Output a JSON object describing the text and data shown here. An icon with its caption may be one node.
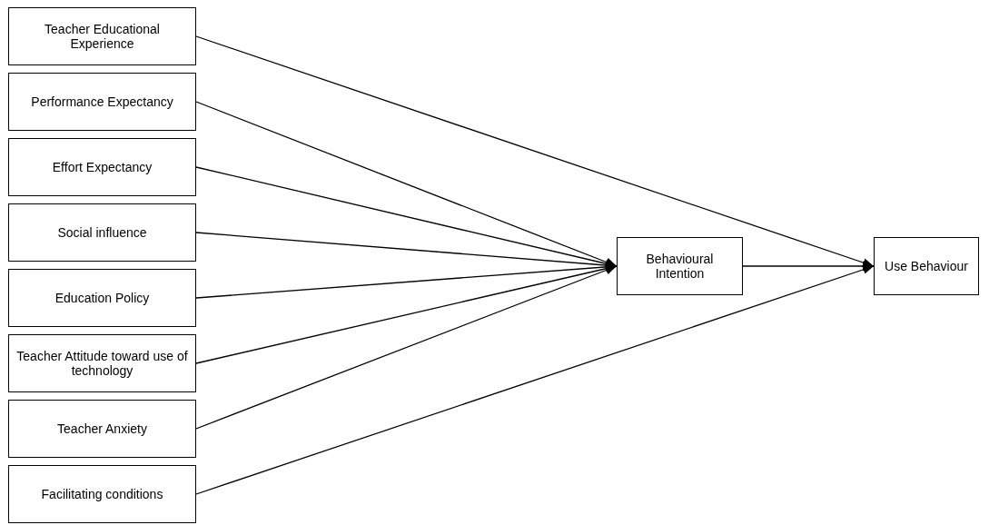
{
  "diagram": {
    "nodes": [
      {
        "text": [
          "Teacher Educational Experience"
        ]
      },
      {
        "text": [
          "Performance Expectancy"
        ]
      },
      {
        "text": [
          "Effort Expectancy"
        ]
      },
      {
        "text": [
          "Social influence"
        ]
      },
      {
        "text": [
          "Education Policy"
        ]
      },
      {
        "text": [
          "Teacher Attitude toward use of technology"
        ]
      },
      {
        "text": [
          "Teacher Anxiety"
        ]
      },
      {
        "text": [
          "Facilitating conditions"
        ]
      },
      {
        "text": [
          "Behavioural Intention"
        ]
      },
      {
        "text": [
          "Use Behaviour"
        ]
      }
    ],
    "edges": [
      {
        "from": 0,
        "to": 9,
        "arrow": "to"
      },
      {
        "from": 1,
        "to": 8,
        "arrow": "to"
      },
      {
        "from": 2,
        "to": 8,
        "arrow": "to"
      },
      {
        "from": 3,
        "to": 8,
        "arrow": "to"
      },
      {
        "from": 4,
        "to": 8,
        "arrow": "to"
      },
      {
        "from": 5,
        "to": 8,
        "arrow": "to"
      },
      {
        "from": 6,
        "to": 8,
        "arrow": "to"
      },
      {
        "from": 7,
        "to": 9,
        "arrow": "to"
      },
      {
        "from": 8,
        "to": 9,
        "arrow": "to"
      }
    ]
  }
}
